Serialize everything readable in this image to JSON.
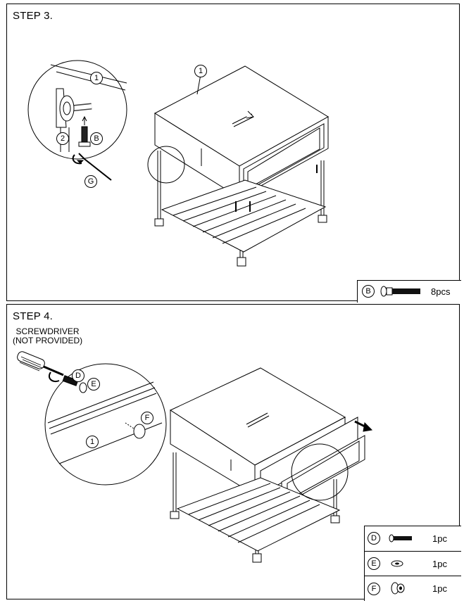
{
  "step3": {
    "title": "STEP 3.",
    "labels": {
      "part1_detail": "1",
      "part2_detail": "2",
      "screw_b": "B",
      "wrench_g": "G",
      "part1_main": "1"
    },
    "parts": [
      {
        "letter": "B",
        "qty": "8pcs",
        "icon": "long-bolt-icon"
      }
    ]
  },
  "step4": {
    "title": "STEP 4.",
    "tool_note_line1": "SCREWDRIVER",
    "tool_note_line2": "(NOT PROVIDED)",
    "labels": {
      "screw_d": "D",
      "washer_e": "E",
      "knob_f": "F",
      "part1_detail": "1"
    },
    "parts": [
      {
        "letter": "D",
        "qty": "1pc",
        "icon": "screw-icon"
      },
      {
        "letter": "E",
        "qty": "1pc",
        "icon": "washer-icon"
      },
      {
        "letter": "F",
        "qty": "1pc",
        "icon": "knob-icon"
      }
    ]
  }
}
